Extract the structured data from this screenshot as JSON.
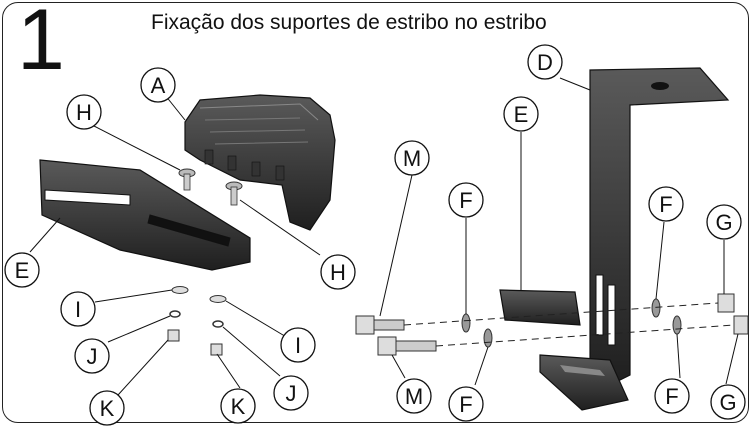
{
  "step": {
    "number": "1"
  },
  "title": "Fixação dos suportes de estribo no estribo",
  "callouts": {
    "A": "A",
    "D": "D",
    "E_left": "E",
    "E_right": "E",
    "H_top": "H",
    "H_bottom": "H",
    "I_left": "I",
    "I_right": "I",
    "J_left": "J",
    "J_right": "J",
    "K_left": "K",
    "K_right": "K",
    "M_top": "M",
    "M_bottom": "M",
    "F_top_left": "F",
    "F_bottom_left": "F",
    "F_top_right": "F",
    "F_bottom_right": "F",
    "G_top": "G",
    "G_bottom": "G"
  },
  "colors": {
    "part": "#2b2b2b",
    "part_light": "#5a5a5a",
    "line": "#111111",
    "background": "#ffffff"
  }
}
